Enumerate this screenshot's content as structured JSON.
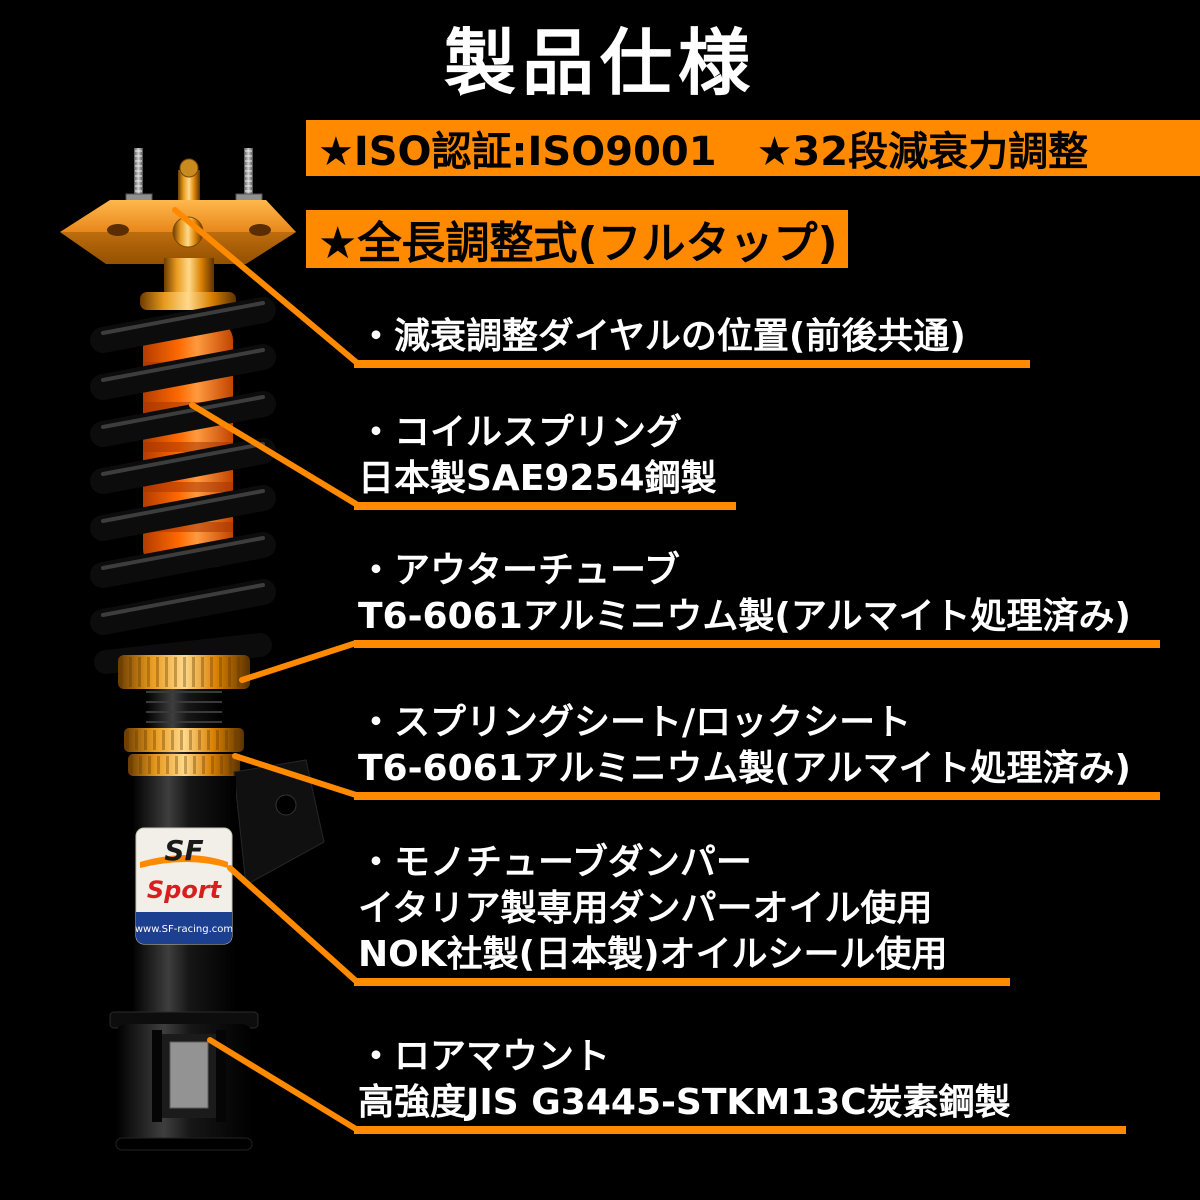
{
  "page": {
    "title": "製品仕様"
  },
  "badges": [
    {
      "label": "★ISO認証:ISO9001　★32段減衰力調整"
    },
    {
      "label": "★全長調整式(フルタップ)"
    }
  ],
  "annotations": [
    {
      "lines": [
        "・減衰調整ダイヤルの位置(前後共通)"
      ]
    },
    {
      "lines": [
        "・コイルスプリング",
        "日本製SAE9254鋼製"
      ]
    },
    {
      "lines": [
        "・アウターチューブ",
        "T6-6061アルミニウム製(アルマイト処理済み)"
      ]
    },
    {
      "lines": [
        "・スプリングシート/ロックシート",
        "T6-6061アルミニウム製(アルマイト処理済み)"
      ]
    },
    {
      "lines": [
        "・モノチューブダンパー",
        "イタリア製専用ダンパーオイル使用",
        "NOK社製(日本製)オイルシール使用"
      ]
    },
    {
      "lines": [
        "・ロアマウント",
        "高強度JIS G3445-STKM13C炭素鋼製"
      ]
    }
  ],
  "product_photo": {
    "sticker": {
      "brand": "SF",
      "series": "Sport",
      "url": "www.SF-racing.com"
    }
  },
  "colors": {
    "background": "#000000",
    "accent": "#ff8a00",
    "text": "#ffffff",
    "badge_text": "#000000",
    "spring_orange": "#ff6a00",
    "anodized_gold": "#e8971e"
  }
}
